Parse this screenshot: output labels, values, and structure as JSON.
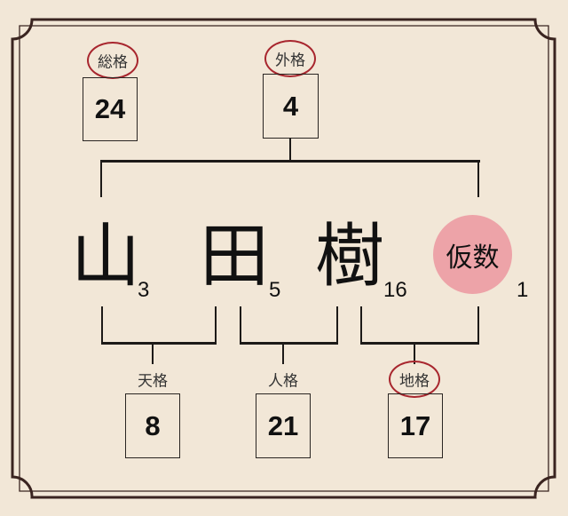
{
  "colors": {
    "background": "#F2E7D7",
    "frame": "#3a2420",
    "line": "#1d1a18",
    "highlight_ring": "#A8262E",
    "dummy_circle": "#EDA3A8"
  },
  "top": {
    "souka": {
      "label": "総格",
      "value": "24",
      "highlighted": true
    },
    "gaika": {
      "label": "外格",
      "value": "4",
      "highlighted": true
    }
  },
  "name": {
    "chars": [
      {
        "char": "山",
        "strokes": "3"
      },
      {
        "char": "田",
        "strokes": "5"
      },
      {
        "char": "樹",
        "strokes": "16"
      }
    ],
    "dummy": {
      "label": "仮数",
      "strokes": "1"
    }
  },
  "bottom": {
    "tenkaku": {
      "label": "天格",
      "value": "8",
      "highlighted": false
    },
    "jinkaku": {
      "label": "人格",
      "value": "21",
      "highlighted": false
    },
    "chikaku": {
      "label": "地格",
      "value": "17",
      "highlighted": true
    }
  }
}
